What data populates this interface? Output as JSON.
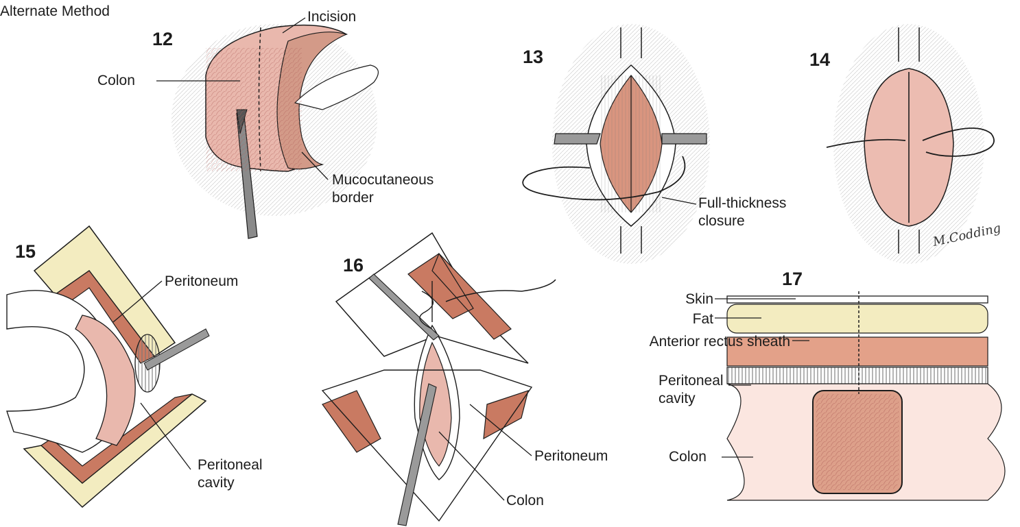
{
  "figure": {
    "heading": "Alternate Method",
    "panels": [
      {
        "number": "12",
        "labels": [
          "Incision",
          "Colon",
          "Mucocutaneous border"
        ]
      },
      {
        "number": "13",
        "labels": [
          "Full-thickness closure"
        ]
      },
      {
        "number": "14",
        "labels": []
      },
      {
        "number": "15",
        "labels": [
          "Peritoneum",
          "Peritoneal cavity"
        ]
      },
      {
        "number": "16",
        "labels": [
          "Peritoneum",
          "Colon"
        ]
      },
      {
        "number": "17",
        "labels": [
          "Skin",
          "Fat",
          "Anterior rectus sheath",
          "Peritoneal cavity",
          "Colon"
        ]
      }
    ],
    "signature": "M. Codding",
    "colors": {
      "tissue_pink": "#e9b8ad",
      "muscle": "#c97a62",
      "fat": "#f3ecc0",
      "line": "#1c1c1c",
      "hatch": "#bbbbbb"
    }
  }
}
